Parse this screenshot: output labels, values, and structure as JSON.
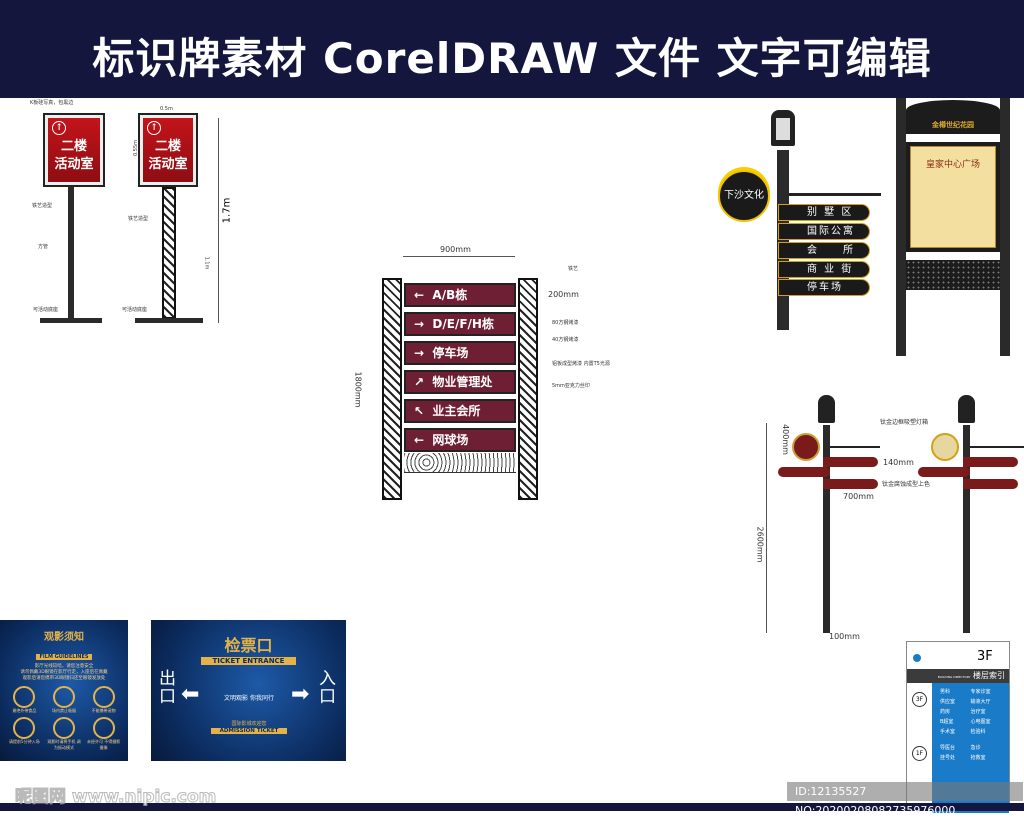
{
  "header": {
    "title": "标识牌素材 CorelDRAW 文件 文字可编辑"
  },
  "floor_sign": {
    "main_text_1": "二楼",
    "main_text_2": "活动室",
    "labels": {
      "top": "K板硅写真，包黑边",
      "ironwork": "铁艺造型",
      "pipe": "方管",
      "base": "可活动底座"
    },
    "dims": {
      "width": "0.5m",
      "sign_height": "0.55m",
      "pole_height": "1.1m",
      "total": "1.7m"
    }
  },
  "directional_sign": {
    "width_dim": "900mm",
    "height_dim": "1800mm",
    "panel_dim": "200mm",
    "items": [
      {
        "arrow": "←",
        "label": "A/B栋"
      },
      {
        "arrow": "→",
        "label": "D/E/F/H栋"
      },
      {
        "arrow": "→",
        "label": "停车场"
      },
      {
        "arrow": "↗",
        "label": "物业管理处"
      },
      {
        "arrow": "↖",
        "label": "业主会所"
      },
      {
        "arrow": "←",
        "label": "网球场"
      }
    ],
    "notes": [
      "铁艺",
      "80方钢烤漆",
      "40方钢烤漆",
      "铝板成型烤漆 内置T5光源",
      "5mm亚克力丝印"
    ]
  },
  "lamp_sign": {
    "badge": "下沙文化",
    "items": [
      "别 墅 区",
      "国际公寓",
      "会　　所",
      "商 业 街",
      "停车场"
    ]
  },
  "notice_board": {
    "logo": "金樽世纪花园",
    "title": "皇家中心广场"
  },
  "street_pole": {
    "dims": {
      "circle": "400mm",
      "blade": "140mm",
      "length": "700mm",
      "total": "2600mm",
      "pole": "100mm"
    },
    "notes": {
      "lightbox": "钛金边框吸塑灯箱",
      "blade": "钛金腐蚀成型上色"
    }
  },
  "film_board": {
    "title": "观影须知",
    "subtitle": "FILM GUIDELINES",
    "lines": [
      "影厅光线较暗，请您注意安全",
      "请勿佩戴3D眼镜在影厅行走，入座后在佩戴",
      "观影后请您携带3D眼镜归还至眼镜发放处"
    ],
    "rules": [
      "谢绝外带食品",
      "场内禁止吸烟",
      "不能携带宠物",
      "请提前5分钟入场",
      "观影时请将手机 调为振动模式",
      "未经许可 不得摄影摄像"
    ]
  },
  "ticket_board": {
    "title": "检票口",
    "subtitle": "TICKET ENTRANCE",
    "exit": "出口",
    "entrance": "入口",
    "slogan": "文明观影 你我同行",
    "welcome": "国际影城欢迎您",
    "ticket": "ADMISSION TICKET"
  },
  "directory": {
    "floor": "3F",
    "header_en": "BUILDING DIRECTORY",
    "header_cn": "楼层索引",
    "floors": [
      {
        "level": "3F",
        "rooms": [
          "男科",
          "专家诊室",
          "供应室",
          "输液大厅",
          "药房",
          "治疗室",
          "B超室",
          "心电图室",
          "手术室",
          "检验科"
        ]
      },
      {
        "level": "1F",
        "rooms": [
          "导医台",
          "急诊",
          "挂号处",
          "抢救室"
        ]
      }
    ]
  },
  "watermark": {
    "site": "昵图网 www.nipic.com",
    "id": "ID:12135527 NO:20200208082735976000"
  }
}
